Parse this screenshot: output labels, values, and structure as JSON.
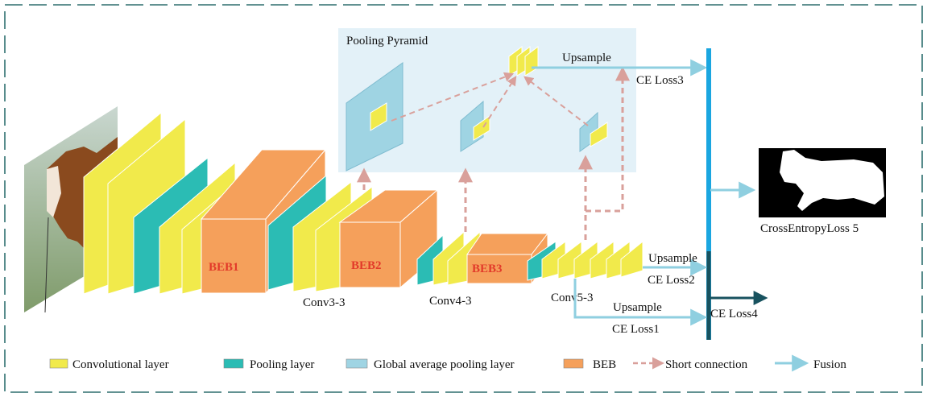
{
  "pyramid": {
    "title": "Pooling Pyramid",
    "upsample_label": "Upsample",
    "loss_label": "CE Loss3"
  },
  "blocks": {
    "beb1": "BEB1",
    "beb2": "BEB2",
    "beb3": "BEB3"
  },
  "stages": {
    "conv3": "Conv3-3",
    "conv4": "Conv4-3",
    "conv5": "Conv5-3"
  },
  "outputs": {
    "upsample_2": "Upsample",
    "loss2": "CE Loss2",
    "upsample_1": "Upsample",
    "loss1": "CE Loss1",
    "loss4": "CE Loss4",
    "loss5": "CrossEntropyLoss 5"
  },
  "legend": [
    {
      "label": "Convolutional layer",
      "swatch": "conv"
    },
    {
      "label": "Pooling  layer",
      "swatch": "pool"
    },
    {
      "label": "Global average pooling  layer",
      "swatch": "gap"
    },
    {
      "label": "BEB",
      "swatch": "beb"
    },
    {
      "label": "Short connection",
      "swatch": "short"
    },
    {
      "label": "Fusion",
      "swatch": "fusion"
    }
  ],
  "colors": {
    "conv": "#f1ea4b",
    "pool": "#2bbcb4",
    "gap": "#9fd4e3",
    "beb": "#f5a05b",
    "beb_text": "#e23a2a",
    "short_connection": "#d9a09b",
    "fusion": "#8fcfe0",
    "fusion_bar": "#1aa6e0",
    "loss4_arrow": "#18525f",
    "frame": "#2f6f6f",
    "pyramid_bg": "#e3f1f8"
  }
}
